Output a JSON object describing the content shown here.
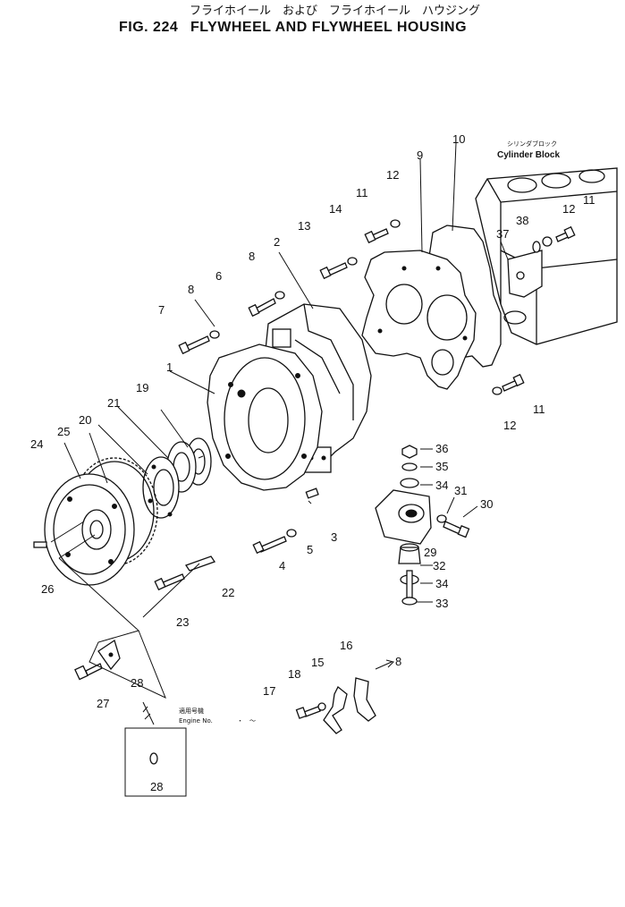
{
  "title_jp": "フライホイール　および　フライホイール　ハウジング",
  "title_fig": "FIG. 224",
  "title_en": "FLYWHEEL AND FLYWHEEL HOUSING",
  "cylinder_block_jp": "シリンダブロック",
  "cylinder_block": "Cylinder Block",
  "engine_no_jp": "適用号機",
  "engine_no": "Engine No.",
  "engine_no_range": "・　～",
  "callouts": {
    "c1": "1",
    "c2": "2",
    "c3": "3",
    "c4": "4",
    "c5": "5",
    "c6": "6",
    "c7": "7",
    "c8a": "8",
    "c8b": "8",
    "c8c": "8",
    "c9": "9",
    "c10": "10",
    "c11a": "11",
    "c11b": "11",
    "c11c": "11",
    "c12a": "12",
    "c12b": "12",
    "c12c": "12",
    "c13": "13",
    "c14": "14",
    "c15": "15",
    "c16": "16",
    "c17": "17",
    "c18": "18",
    "c19": "19",
    "c20": "20",
    "c21": "21",
    "c22": "22",
    "c23": "23",
    "c24": "24",
    "c25": "25",
    "c26": "26",
    "c27": "27",
    "c28a": "28",
    "c28b": "28",
    "c29": "29",
    "c30": "30",
    "c31": "31",
    "c32": "32",
    "c33": "33",
    "c34a": "34",
    "c34b": "34",
    "c35": "35",
    "c36": "36",
    "c37": "37",
    "c38": "38"
  }
}
